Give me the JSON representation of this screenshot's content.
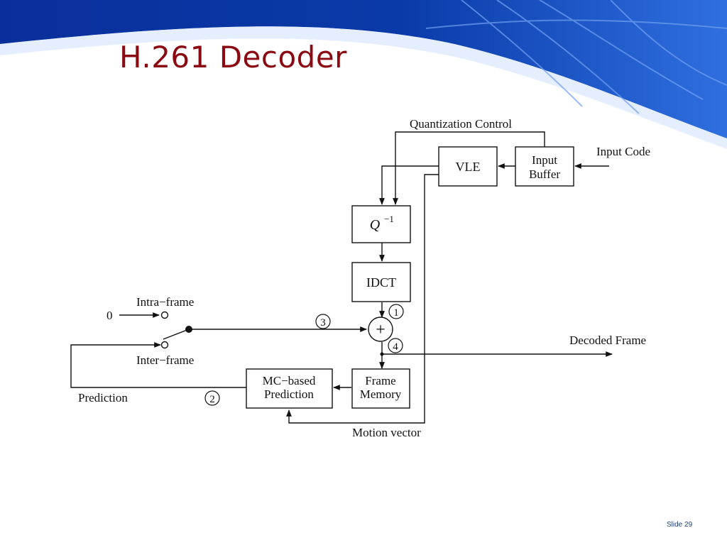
{
  "slide": {
    "title": "H.261 Decoder",
    "number_label": "Slide 29"
  },
  "theme": {
    "title_color": "#8b0a12",
    "banner_dark": "#0a3aa8",
    "banner_light": "#3f7fe6",
    "line_color": "#111111"
  },
  "diagram": {
    "blocks": {
      "vle": "VLE",
      "input_buffer_line1": "Input",
      "input_buffer_line2": "Buffer",
      "inverse_quantizer": "Q",
      "inverse_quantizer_exp": "−1",
      "idct": "IDCT",
      "mc_prediction_line1": "MC−based",
      "mc_prediction_line2": "Prediction",
      "frame_memory_line1": "Frame",
      "frame_memory_line2": "Memory",
      "adder_symbol": "+"
    },
    "labels": {
      "quantization_control": "Quantization Control",
      "input_code": "Input Code",
      "intra_frame": "Intra−frame",
      "inter_frame": "Inter−frame",
      "zero_input": "0",
      "decoded_frame": "Decoded Frame",
      "prediction": "Prediction",
      "motion_vector": "Motion vector"
    },
    "markers": {
      "m1": "1",
      "m2": "2",
      "m3": "3",
      "m4": "4"
    }
  }
}
